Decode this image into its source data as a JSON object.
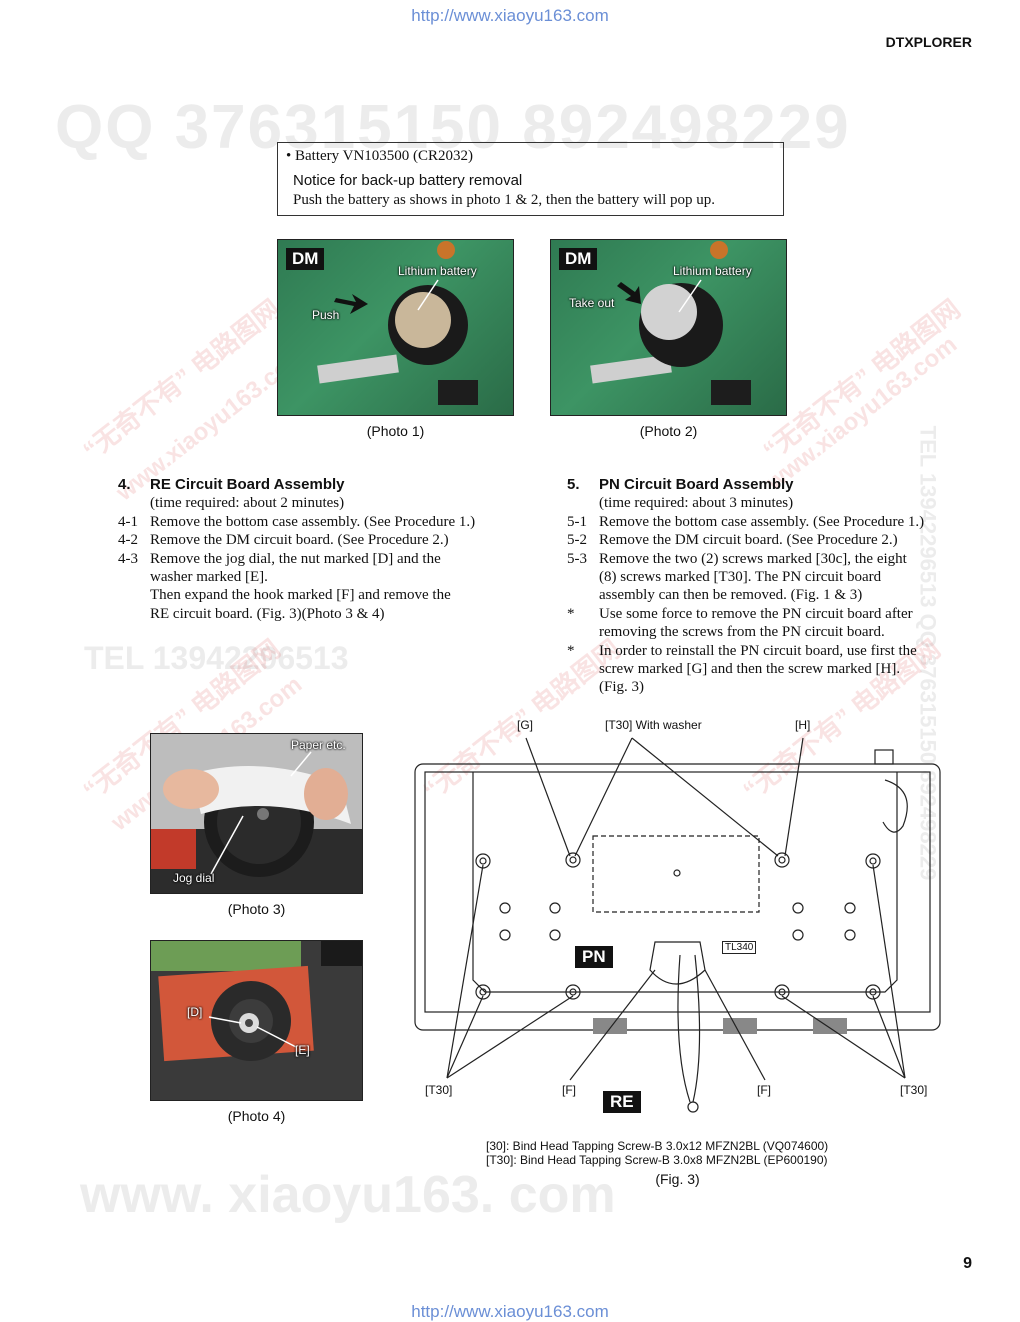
{
  "header": {
    "url_top": "http://www.xiaoyu163.com",
    "model": "DTXPLORER",
    "url_bottom": "http://www.xiaoyu163.com",
    "page_number": "9"
  },
  "watermarks": {
    "qq": "QQ 376315150   892498229",
    "tel": "TEL 13942296513",
    "side": "TEL 13942296513  QQ 376315150  892498229",
    "site": "www. xiaoyu163. com",
    "diag1": "“无奇不有” 电路图网",
    "diag2": "www.xiaoyu163.com"
  },
  "notice": {
    "line1": "• Battery VN103500 (CR2032)",
    "line2": "Notice for back-up battery removal",
    "line3": "Push the battery as shows in photo 1 & 2, then the battery  will pop up."
  },
  "photo1": {
    "tag": "DM",
    "label_battery": "Lithium battery",
    "label_action": "Push",
    "caption": "(Photo 1)"
  },
  "photo2": {
    "tag": "DM",
    "label_battery": "Lithium battery",
    "label_action": "Take out",
    "caption": "(Photo 2)"
  },
  "section4": {
    "num": "4.",
    "title": "RE Circuit Board Assembly",
    "time": "(time required: about 2 minutes)",
    "steps": [
      {
        "n": "4-1",
        "t": "Remove the bottom case assembly. (See Procedure 1.)"
      },
      {
        "n": "4-2",
        "t": "Remove the DM circuit board. (See Procedure 2.)"
      },
      {
        "n": "4-3",
        "t": "Remove the jog dial, the nut marked [D] and the"
      }
    ],
    "cont": [
      "washer marked [E].",
      "Then expand the hook marked [F] and remove the",
      "RE circuit board. (Fig. 3)(Photo 3 & 4)"
    ]
  },
  "section5": {
    "num": "5.",
    "title": "PN Circuit Board Assembly",
    "time": "(time required: about 3 minutes)",
    "steps": [
      {
        "n": "5-1",
        "t": "Remove the bottom case assembly. (See Procedure 1.)"
      },
      {
        "n": "5-2",
        "t": "Remove the DM circuit board. (See Procedure 2.)"
      },
      {
        "n": "5-3",
        "t": "Remove the two (2) screws marked [30c], the eight"
      }
    ],
    "cont53": [
      "(8) screws marked [T30]. The PN circuit board",
      "assembly can then be  removed. (Fig. 1 & 3)"
    ],
    "note1": [
      "Use some force to remove the PN circuit board after",
      "removing the screws from the PN circuit board."
    ],
    "note2": [
      "In order to reinstall the PN circuit board, use first the",
      "screw marked [G] and then the screw marked [H].",
      "(Fig. 3)"
    ],
    "bullet": "*"
  },
  "photo3": {
    "label_paper": "Paper etc.",
    "label_jog": "Jog dial",
    "caption": "(Photo 3)"
  },
  "photo4": {
    "label_d": "[D]",
    "label_e": "[E]",
    "caption": "(Photo 4)"
  },
  "fig3": {
    "label_g": "[G]",
    "label_t30_washer": "[T30] With washer",
    "label_h": "[H]",
    "label_tl340": "TL340",
    "tag_pn": "PN",
    "tag_re": "RE",
    "label_t30_left": "[T30]",
    "label_f_left": "[F]",
    "label_f_right": "[F]",
    "label_t30_right": "[T30]",
    "legend1": "[30]:   Bind Head Tapping Screw-B 3.0x12 MFZN2BL (VQ074600)",
    "legend2": "[T30]: Bind Head Tapping Screw-B 3.0x8 MFZN2BL (EP600190)",
    "caption": "(Fig. 3)"
  }
}
